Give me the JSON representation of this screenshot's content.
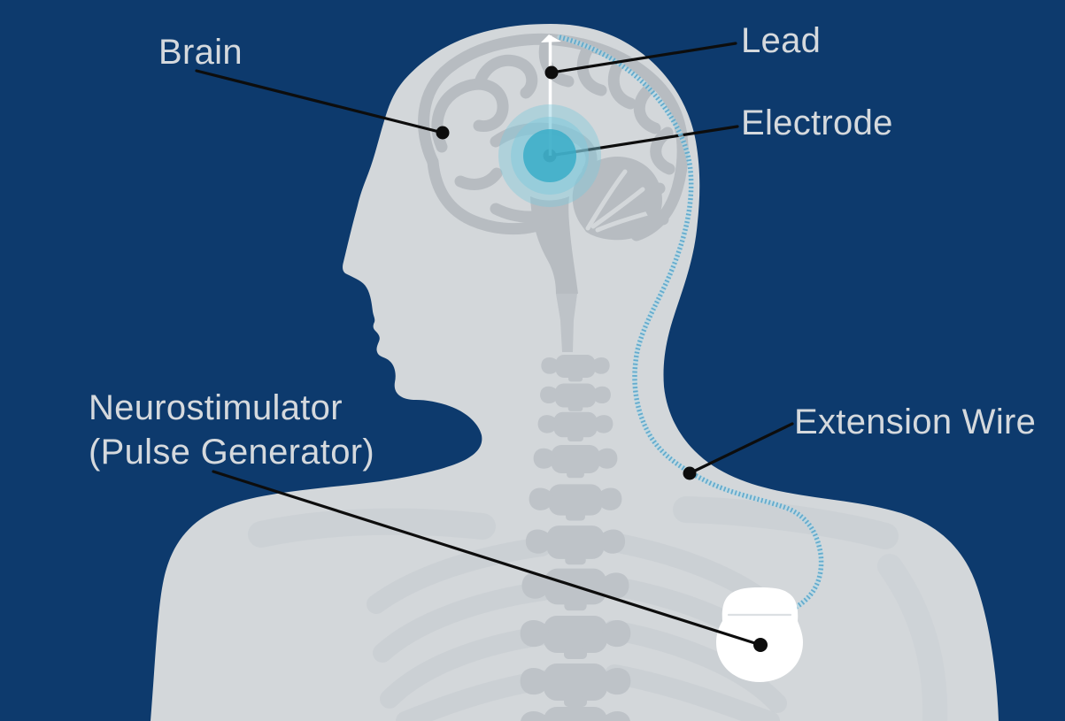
{
  "labels": {
    "brain": "Brain",
    "lead": "Lead",
    "electrode": "Electrode",
    "neurostimulator_line1": "Neurostimulator",
    "neurostimulator_line2": "(Pulse Generator)",
    "extension_wire": "Extension Wire"
  },
  "colors": {
    "background": "#0d3a6d",
    "silhouette": "#d3d7da",
    "bone": "#b7bcc1",
    "bone2": "#bec3c8",
    "rib": "#c7ccd1",
    "collarbone": "#c9ced3",
    "wire_light": "#b5dbe8",
    "wire": "#5ea9cc",
    "electrode_glow": "#7fc9db",
    "electrode_core": "#35abc7",
    "lead": "#ffffff",
    "device": "#ffffff",
    "device_seam": "#dce0e3",
    "leader": "#0d0d0d",
    "label_text": "#d5d9dd"
  }
}
